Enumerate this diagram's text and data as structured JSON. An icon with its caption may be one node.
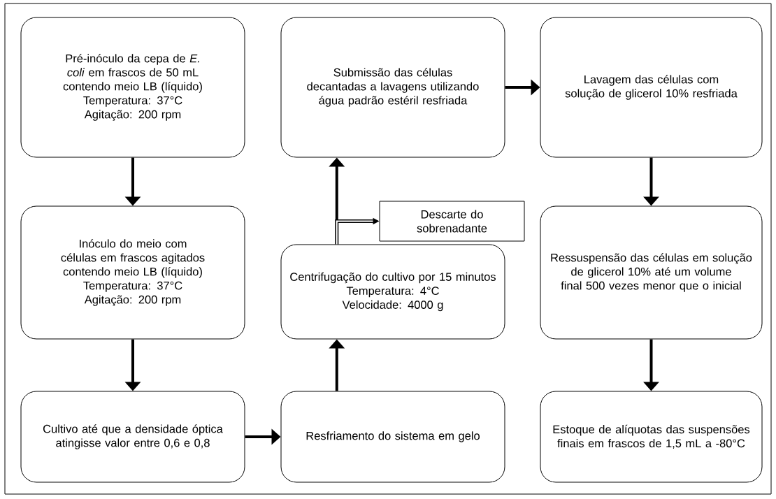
{
  "diagram": {
    "nodes": [
      {
        "text": [
          "Pré-inóculo da cepa de *E. coli* em frascos de 50 mL contendo meio LB (líquido)",
          "Temperatura: 37°C",
          "Agitação: 200 rpm"
        ]
      },
      {
        "text": [
          "Inóculo do meio com células em frascos agitados contendo meio LB (líquido)",
          "Temperatura: 37°C",
          "Agitação: 200 rpm"
        ]
      },
      {
        "text": [
          "Cultivo até que a densidade óptica atingisse valor entre 0,6 e 0,8"
        ]
      },
      {
        "text": [
          "Resfriamento do sistema em gelo"
        ]
      },
      {
        "text": [
          "Centrifugação do cultivo por 15 minutos",
          "Temperatura: 4°C",
          "Velocidade: 4000 g"
        ]
      },
      {
        "text": [
          "Submissão das células decantadas a lavagens utilizando água padrão estéril resfriada"
        ]
      },
      {
        "text": [
          "Descarte do sobrenadante"
        ]
      },
      {
        "text": [
          "Lavagem das células com solução de glicerol 10% resfriada"
        ]
      },
      {
        "text": [
          "Ressuspensão das células em solução de glicerol 10% até um volume final 500 vezes menor que o inicial"
        ]
      },
      {
        "text": [
          "Estoque de alíquotas das suspensões finais em frascos de 1,5 mL a -80°C"
        ]
      }
    ],
    "edges": [
      {
        "from": 0,
        "to": 1,
        "arrow": "to"
      },
      {
        "from": 1,
        "to": 2,
        "arrow": "to"
      },
      {
        "from": 2,
        "to": 3,
        "arrow": "to"
      },
      {
        "from": 3,
        "to": 4,
        "arrow": "to"
      },
      {
        "from": 4,
        "to": 5,
        "arrow": "to"
      },
      {
        "from": 4,
        "to": 6,
        "arrow": "to"
      },
      {
        "from": 5,
        "to": 7,
        "arrow": "to"
      },
      {
        "from": 7,
        "to": 8,
        "arrow": "to"
      },
      {
        "from": 8,
        "to": 9,
        "arrow": "to"
      }
    ]
  }
}
